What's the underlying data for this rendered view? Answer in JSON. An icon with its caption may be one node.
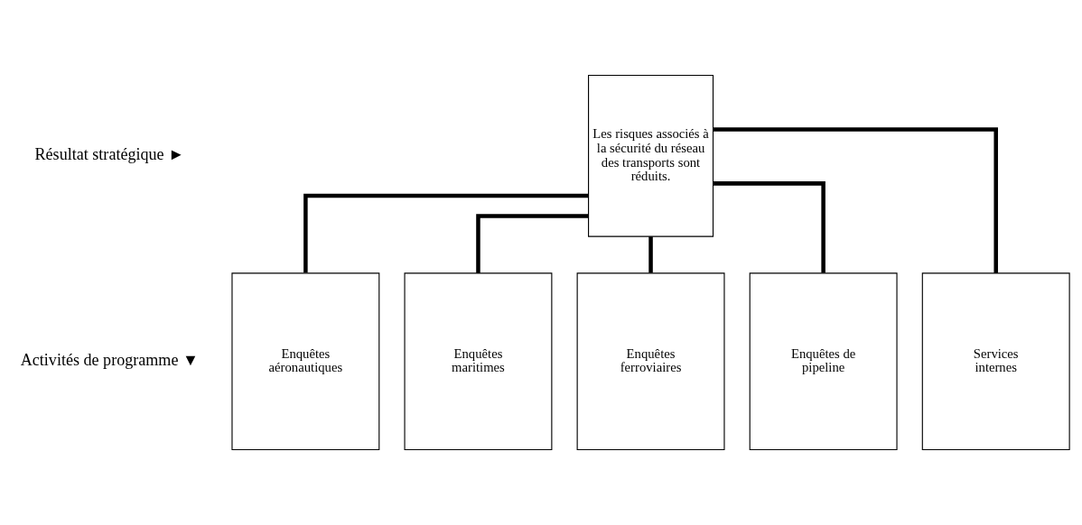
{
  "diagram": {
    "nodes": [
      {
        "text": [
          "Les risques associés à la sécurité du réseau des transports sont réduits."
        ]
      },
      {
        "text": [
          "Enquêtes aéronautiques"
        ]
      },
      {
        "text": [
          "Enquêtes maritimes"
        ]
      },
      {
        "text": [
          "Enquêtes ferroviaires"
        ]
      },
      {
        "text": [
          "Enquêtes de pipeline"
        ]
      },
      {
        "text": [
          "Services internes"
        ]
      }
    ],
    "edges": [
      {
        "from": 0,
        "to": 1,
        "arrow": "none"
      },
      {
        "from": 0,
        "to": 2,
        "arrow": "none"
      },
      {
        "from": 0,
        "to": 3,
        "arrow": "none"
      },
      {
        "from": 0,
        "to": 4,
        "arrow": "none"
      },
      {
        "from": 0,
        "to": 5,
        "arrow": "none"
      }
    ],
    "labels": [
      "Résultat stratégique ►",
      "Activités de programme ▼"
    ]
  }
}
